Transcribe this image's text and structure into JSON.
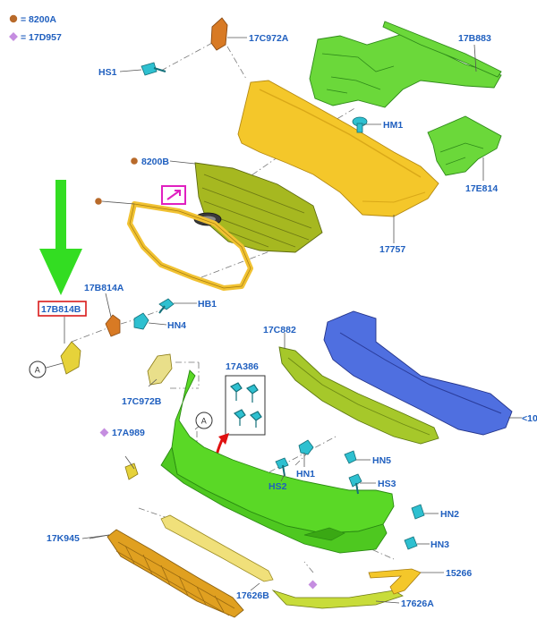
{
  "legend": [
    {
      "symbol": "circle",
      "color": "#b86a2a",
      "text": "= 8200A"
    },
    {
      "symbol": "diamond",
      "color": "#c58de0",
      "text": "= 17D957"
    }
  ],
  "parts": {
    "p17C972A": "17C972A",
    "p17B883": "17B883",
    "pHS1": "HS1",
    "pHM1": "HM1",
    "p8200B": "8200B",
    "p17E814": "17E814",
    "p17757": "17757",
    "p17B814A": "17B814A",
    "p17B814B": "17B814B",
    "pHB1": "HB1",
    "pHN4": "HN4",
    "p17C882": "17C882",
    "p17A386": "17A386",
    "p17C972B": "17C972B",
    "p17A989": "17A989",
    "p10": "<10",
    "pHN5": "HN5",
    "pHS2": "HS2",
    "pHN1": "HN1",
    "pHS3": "HS3",
    "pHN2": "HN2",
    "pHN3": "HN3",
    "p17K945": "17K945",
    "p15266": "15266",
    "p17626B": "17626B",
    "p17626A": "17626A"
  },
  "callouts": {
    "a1": "A",
    "a2": "A"
  },
  "colors": {
    "label_text": "#1f5fbf",
    "highlight_box": "#d81b1b",
    "pointer_arrow": "#33dd22",
    "magenta_box": "#e020c0",
    "red_arrow": "#e01010",
    "reinforcement": "#6bd83a",
    "fascia_upper": "#f4c72a",
    "grille_upper": "#a6b820",
    "bumper_cover": "#5ad826",
    "impact_beam": "#4f6fe0",
    "fasteners": "#2ec0d0"
  },
  "icons": [
    "arrow-down-icon",
    "camera-arrow-icon",
    "red-curved-arrow-icon",
    "legend-circle-icon",
    "legend-diamond-icon"
  ]
}
